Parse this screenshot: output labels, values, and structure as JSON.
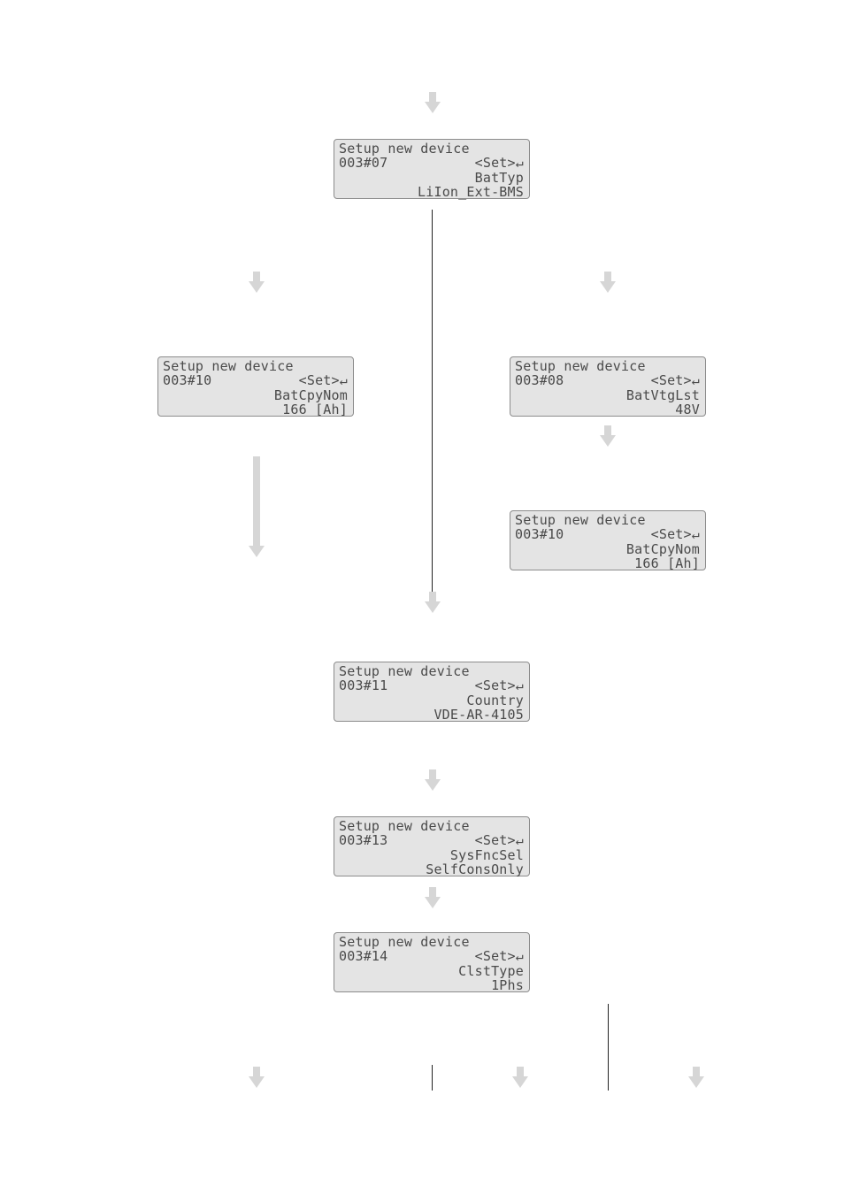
{
  "screens": [
    {
      "title": "Setup new device",
      "code": "003#07",
      "action": "<Set>↵",
      "param": "BatTyp",
      "value": "LiIon_Ext-BMS"
    },
    {
      "title": "Setup new device",
      "code": "003#10",
      "action": "<Set>↵",
      "param": "BatCpyNom",
      "value": "166 [Ah]"
    },
    {
      "title": "Setup new device",
      "code": "003#08",
      "action": "<Set>↵",
      "param": "BatVtgLst",
      "value": "48V"
    },
    {
      "title": "Setup new device",
      "code": "003#10",
      "action": "<Set>↵",
      "param": "BatCpyNom",
      "value": "166 [Ah]"
    },
    {
      "title": "Setup new device",
      "code": "003#11",
      "action": "<Set>↵",
      "param": "Country",
      "value": "VDE-AR-4105"
    },
    {
      "title": "Setup new device",
      "code": "003#13",
      "action": "<Set>↵",
      "param": "SysFncSel",
      "value": "SelfConsOnly"
    },
    {
      "title": "Setup new device",
      "code": "003#14",
      "action": "<Set>↵",
      "param": "ClstType",
      "value": "1Phs"
    }
  ],
  "colors": {
    "lcd_background": "#e4e4e4",
    "lcd_border": "#8c8c8c",
    "lcd_text": "#4a4a4a",
    "arrow": "#d6d6d6",
    "line": "#222222"
  }
}
